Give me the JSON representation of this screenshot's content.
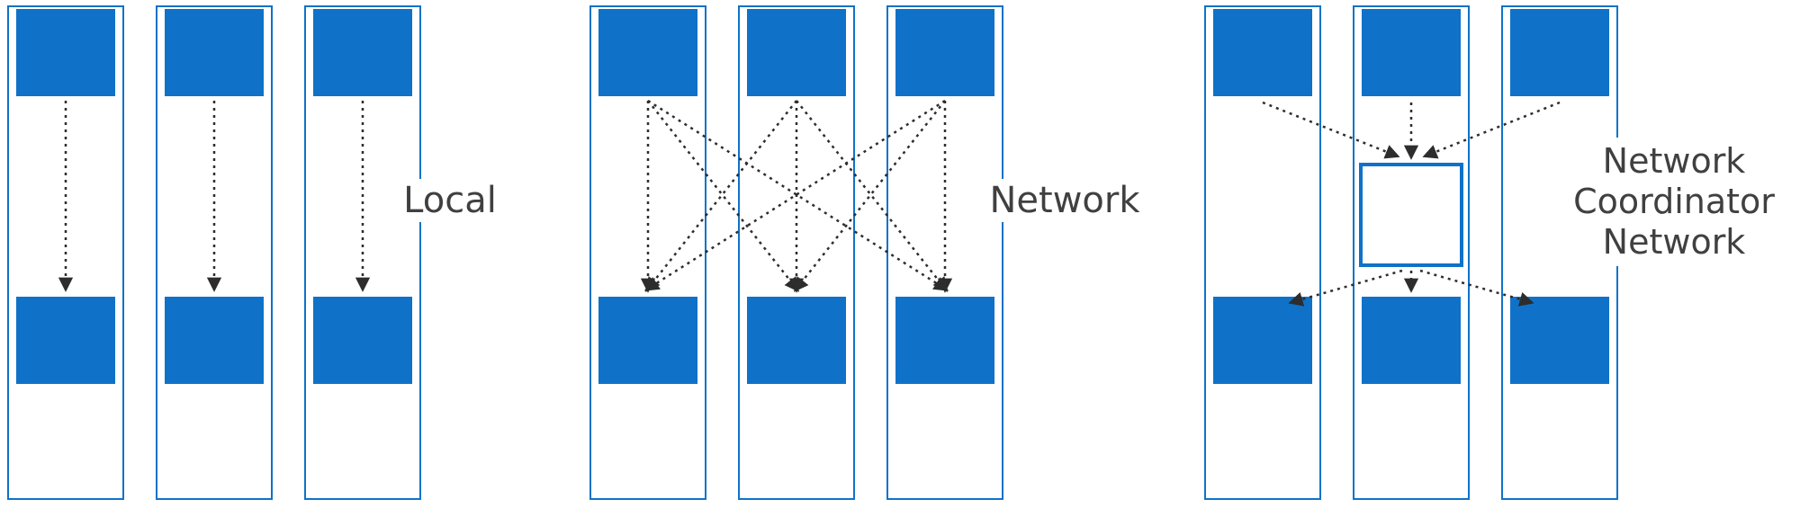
{
  "colors": {
    "accent_blue": "#0f72c8",
    "arrow_dark": "#2d2d2d",
    "label_gray": "#404040",
    "background": "#ffffff"
  },
  "groups": [
    {
      "name": "local",
      "label": "Local",
      "top_nodes": 3,
      "bottom_nodes": 3,
      "connection_pattern": "each top node connects straight down to the bottom node in the same column"
    },
    {
      "name": "network",
      "label": "Network",
      "top_nodes": 3,
      "bottom_nodes": 3,
      "connection_pattern": "every top node connects to every bottom node (full mesh)"
    },
    {
      "name": "network-coordinator-network",
      "label_lines": [
        "Network",
        "Coordinator",
        "Network"
      ],
      "top_nodes": 3,
      "bottom_nodes": 3,
      "has_coordinator": true,
      "connection_pattern": "top nodes converge into a central coordinator node which fans out to the bottom nodes"
    }
  ]
}
